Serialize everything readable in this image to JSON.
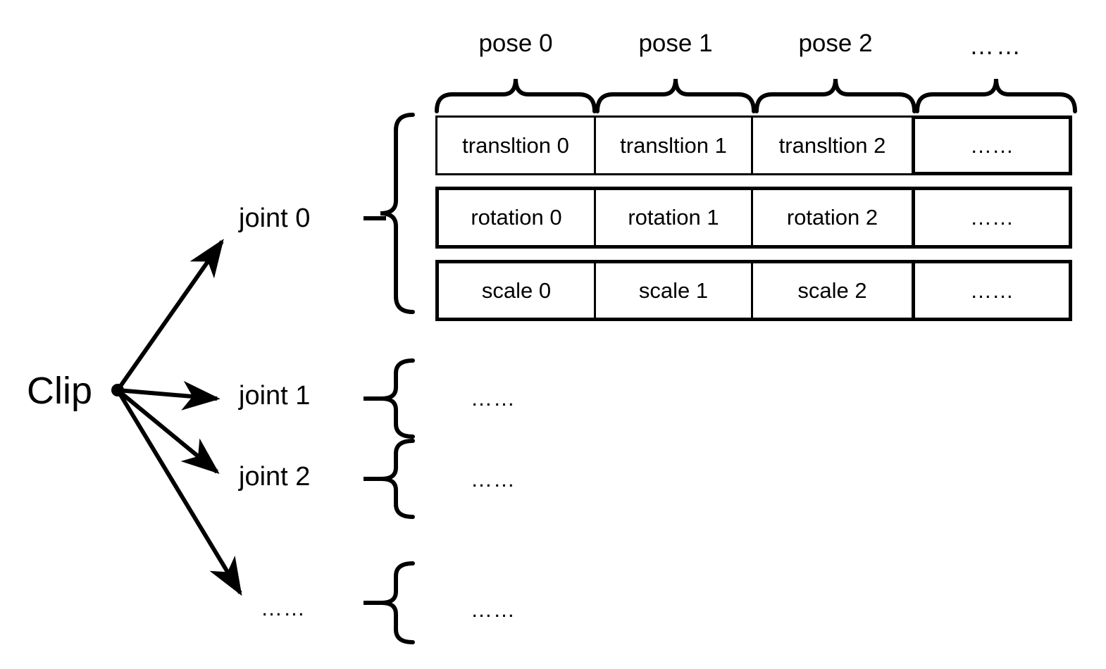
{
  "diagram": {
    "root_label": "Clip",
    "pose_headers": [
      "pose 0",
      "pose 1",
      "pose 2",
      "……"
    ],
    "joints": [
      {
        "label": "joint 0",
        "has_table": true
      },
      {
        "label": "joint 1",
        "has_table": false,
        "content": "……"
      },
      {
        "label": "joint 2",
        "has_table": false,
        "content": "……"
      },
      {
        "label": "……",
        "has_table": false,
        "content": "……"
      }
    ],
    "table": {
      "rows": [
        {
          "name": "translation-row",
          "cells": [
            "transltion 0",
            "transltion 1",
            "transltion 2",
            "……"
          ]
        },
        {
          "name": "rotation-row",
          "cells": [
            "rotation 0",
            "rotation 1",
            "rotation 2",
            "……"
          ]
        },
        {
          "name": "scale-row",
          "cells": [
            "scale 0",
            "scale 1",
            "scale 2",
            "……"
          ]
        }
      ]
    },
    "colors": {
      "stroke": "#000000",
      "background": "#ffffff"
    }
  }
}
